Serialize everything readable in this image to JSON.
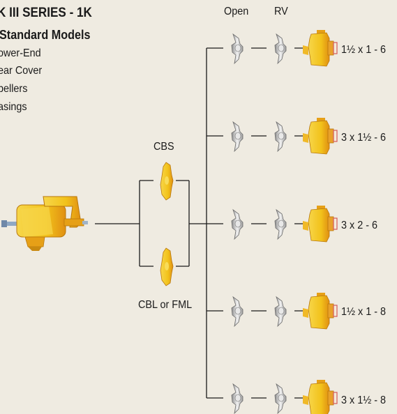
{
  "header": {
    "title": "K III SERIES - 1K",
    "subtitle": "Standard Models",
    "components": [
      "ower-End",
      "ear Cover",
      "pellers",
      "asings"
    ]
  },
  "labels": {
    "open": "Open",
    "rv": "RV",
    "cbs": "CBS",
    "cbl": "CBL or FML"
  },
  "sizes": [
    "1½ x 1 - 6",
    "3 x 1½ - 6",
    "3 x 2 - 6",
    "1½ x 1 - 8",
    "3 x 1½ - 8"
  ],
  "colors": {
    "background": "#efebe1",
    "casing_yellow": "#f2c21b",
    "casing_orange": "#e79a14",
    "impeller_gray": "#c9c9c9",
    "line": "#1a1a1a"
  }
}
